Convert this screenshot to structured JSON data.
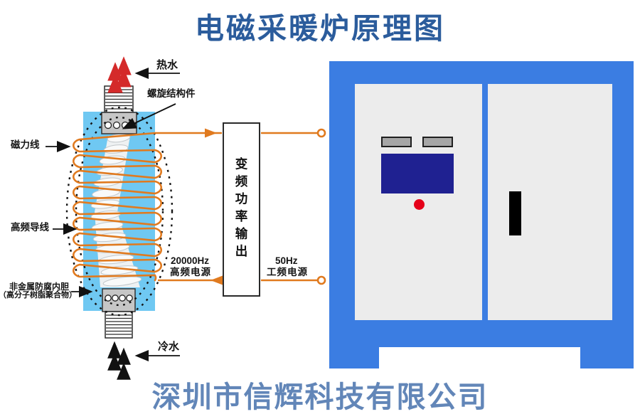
{
  "title": "电磁采暖炉原理图",
  "footer": "深圳市信辉科技有限公司",
  "schematic": {
    "hot_water_label": "热水",
    "cold_water_label": "冷水",
    "spiral_label": "螺旋结构件",
    "magnetic_lines_label": "磁力线",
    "hf_wire_label": "高频导线",
    "liner_label_line1": "非金属防腐内胆",
    "liner_label_line2": "（高分子树脂聚合物）",
    "hf_supply_freq": "20000Hz",
    "hf_supply_name": "高频电源",
    "mains_freq": "50Hz",
    "mains_name": "工频电源",
    "inverter_box_label": "变频功率输出"
  },
  "colors": {
    "title_blue": "#2b5c9c",
    "footer_blue": "#6286b8",
    "coil_orange": "#e07a1f",
    "vessel_blue": "#6fc8f2",
    "cabinet_blue": "#3b7de2",
    "cabinet_panel_gray": "#ececec",
    "display_navy": "#1f2191",
    "power_button_red": "#e50019",
    "arrow_red": "#d42a2a",
    "arrow_black": "#111111"
  }
}
